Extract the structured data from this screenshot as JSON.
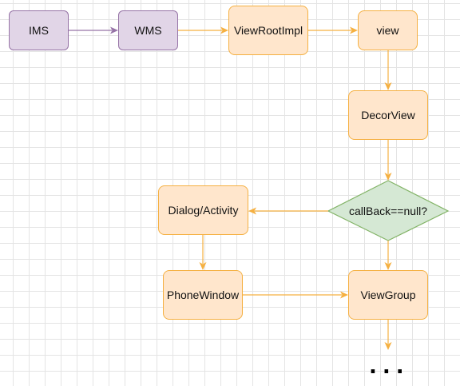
{
  "nodes": {
    "ims": "IMS",
    "wms": "WMS",
    "view_root_impl": "ViewRootImpl",
    "view": "view",
    "decor_view": "DecorView",
    "decision": "callBack==null?",
    "dialog_activity": "Dialog/Activity",
    "phone_window": "PhoneWindow",
    "view_group": "ViewGroup"
  },
  "continuation": "...",
  "colors": {
    "purple_fill": "#e1d5e7",
    "purple_stroke": "#9673a6",
    "orange_fill": "#ffe6cc",
    "orange_stroke": "#f5b041",
    "green_fill": "#d5e8d4",
    "green_stroke": "#82b366"
  }
}
